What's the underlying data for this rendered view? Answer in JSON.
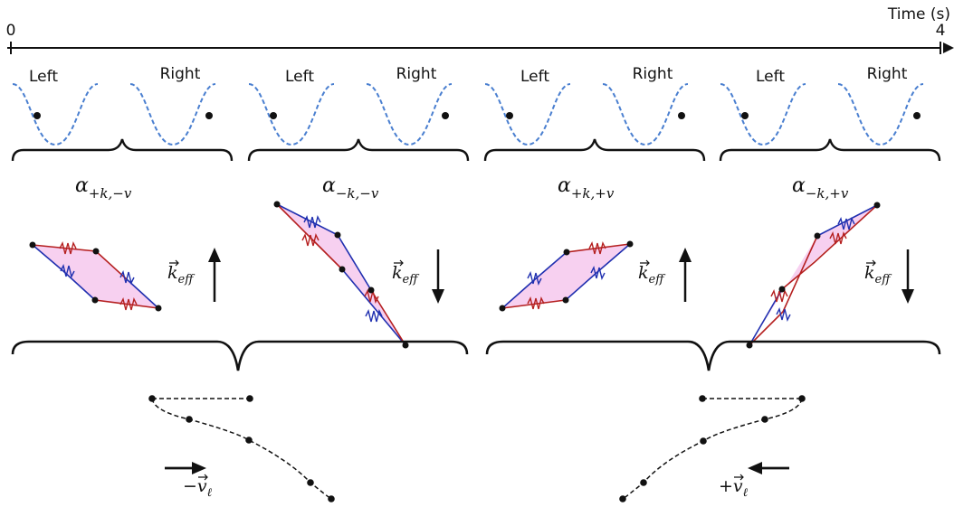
{
  "timeline": {
    "axis_label": "Time (s)",
    "start_tick": "0",
    "end_tick": "4"
  },
  "segments": [
    {
      "left_label": "Left",
      "right_label": "Right",
      "alpha_base": "α",
      "alpha_sub": "+k,−v",
      "keff_label": "k",
      "keff_sub": "eff",
      "arrow": "up"
    },
    {
      "left_label": "Left",
      "right_label": "Right",
      "alpha_base": "α",
      "alpha_sub": "−k,−v",
      "keff_label": "k",
      "keff_sub": "eff",
      "arrow": "down"
    },
    {
      "left_label": "Left",
      "right_label": "Right",
      "alpha_base": "α",
      "alpha_sub": "+k,+v",
      "keff_label": "k",
      "keff_sub": "eff",
      "arrow": "up"
    },
    {
      "left_label": "Left",
      "right_label": "Right",
      "alpha_base": "α",
      "alpha_sub": "−k,+v",
      "keff_label": "k",
      "keff_sub": "eff",
      "arrow": "down"
    }
  ],
  "velocity": {
    "left": {
      "sign": "−",
      "symbol": "v",
      "sub": "ℓ",
      "direction": "right"
    },
    "right": {
      "sign": "+",
      "symbol": "v",
      "sub": "ℓ",
      "direction": "left"
    }
  },
  "colors": {
    "wave": "#4a7fd0",
    "red_arm": "#b52020",
    "blue_arm": "#2030b0",
    "loop_fill": "#f7d0f0",
    "ink": "#111111"
  }
}
